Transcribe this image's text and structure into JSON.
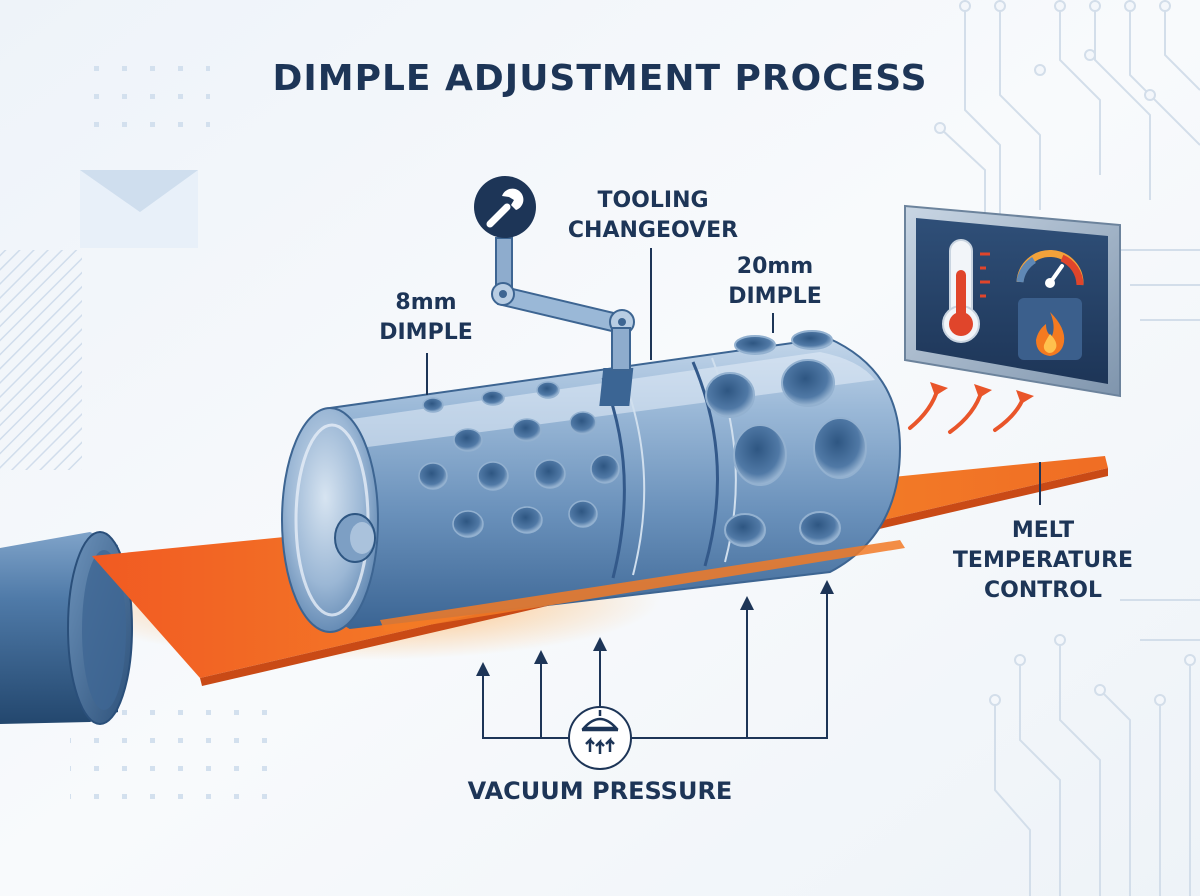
{
  "title": "DIMPLE ADJUSTMENT PROCESS",
  "labels": {
    "tooling_changeover": [
      "TOOLING",
      "CHANGEOVER"
    ],
    "dimple_8mm": [
      "8mm",
      "DIMPLE"
    ],
    "dimple_20mm": [
      "20mm",
      "DIMPLE"
    ],
    "melt_temperature_control": [
      "MELT",
      "TEMPERATURE",
      "CONTROL"
    ],
    "vacuum_pressure": "VACUUM PRESSURE"
  },
  "icons": [
    "wrench-icon",
    "thermometer-icon",
    "gauge-icon",
    "flame-icon",
    "vacuum-icon"
  ],
  "colors": {
    "navy": "#1d3557",
    "steel": "#5f88b5",
    "sheet_orange": "#f47a20",
    "hot_red": "#e0452b",
    "background": "#f4f7fb"
  }
}
